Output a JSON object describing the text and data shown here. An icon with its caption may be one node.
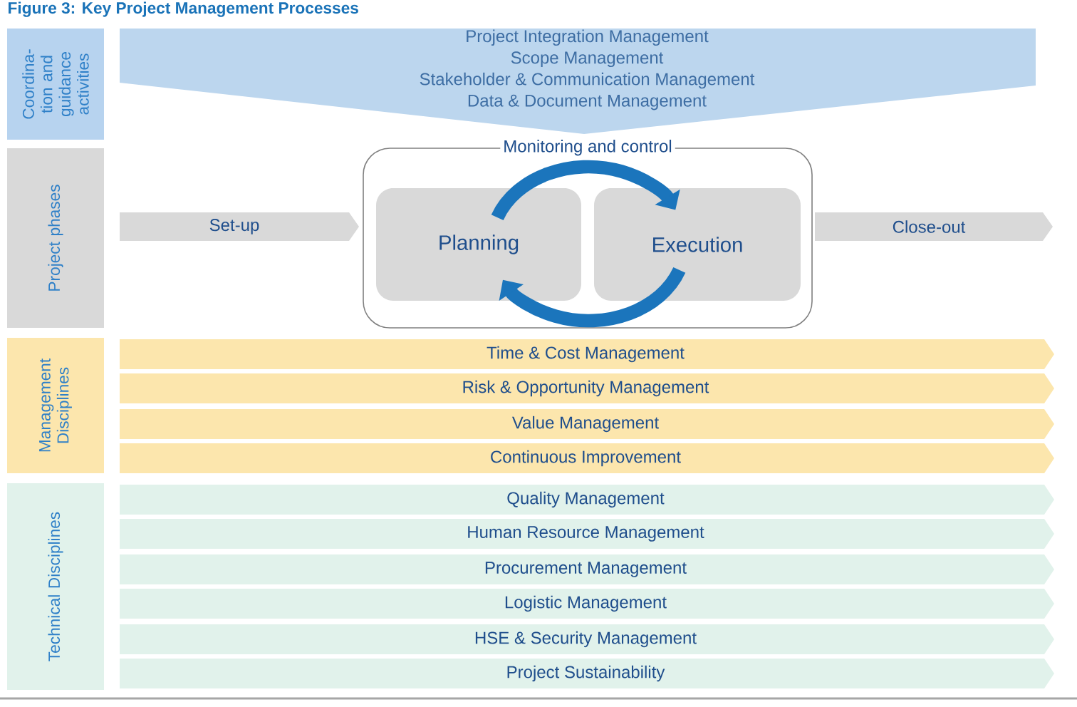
{
  "diagram": {
    "title": "Figure 3: Key Project Management Processes",
    "nodes": [
      {
        "text": [
          "Coordina- tion and guidance activities"
        ]
      },
      {
        "text": [
          "Project Integration Management",
          "Scope Management",
          "Stakeholder & Communication Management",
          "Data & Document Management"
        ]
      },
      {
        "text": [
          "Project phases"
        ]
      },
      {
        "text": [
          "Set-up"
        ]
      },
      {
        "text": [
          "Monitoring and control"
        ]
      },
      {
        "text": [
          "Planning"
        ],
        "in": 4
      },
      {
        "text": [
          "Execution"
        ],
        "in": 4
      },
      {
        "text": [
          "Close-out"
        ]
      },
      {
        "text": [
          "Management Disciplines"
        ]
      },
      {
        "text": [
          "Time & Cost Management"
        ]
      },
      {
        "text": [
          "Risk & Opportunity Management"
        ]
      },
      {
        "text": [
          "Value Management"
        ]
      },
      {
        "text": [
          "Continuous Improvement"
        ]
      },
      {
        "text": [
          "Technical Disciplines"
        ]
      },
      {
        "text": [
          "Quality Management"
        ]
      },
      {
        "text": [
          "Human Resource Management"
        ]
      },
      {
        "text": [
          "Procurement Management"
        ]
      },
      {
        "text": [
          "Logistic Management"
        ]
      },
      {
        "text": [
          "HSE & Security Management"
        ]
      },
      {
        "text": [
          "Project Sustainability"
        ]
      }
    ],
    "edges": [
      {
        "from": 5,
        "to": 6,
        "arrow": "to"
      },
      {
        "from": 6,
        "to": 5,
        "arrow": "to"
      }
    ]
  }
}
